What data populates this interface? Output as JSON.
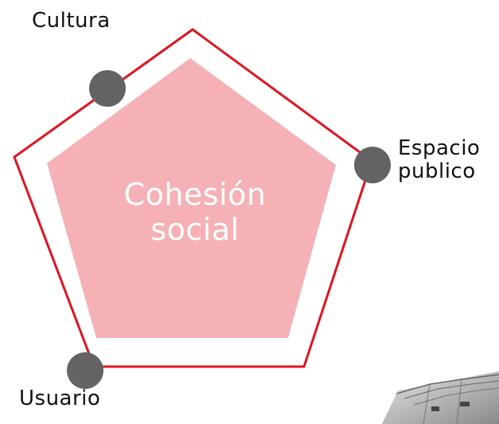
{
  "diagram": {
    "center": {
      "line1": "Cohesión",
      "line2": "social"
    },
    "nodes": {
      "cultura": "Cultura",
      "espacio_line1": "Espacio",
      "espacio_line2": "publico",
      "usuario": "Usuario"
    }
  },
  "colors": {
    "outline": "#e0141f",
    "fill": "#f5b1b5",
    "node": "#636363",
    "label": "#111111",
    "center_text": "#ffffff"
  }
}
